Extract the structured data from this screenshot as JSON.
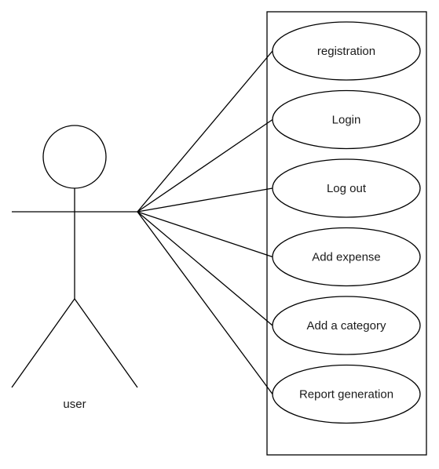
{
  "actor": {
    "name": "user"
  },
  "use_cases": [
    {
      "label": "registration"
    },
    {
      "label": "Login"
    },
    {
      "label": "Log out"
    },
    {
      "label": "Add expense"
    },
    {
      "label": "Add a category"
    },
    {
      "label": "Report generation"
    }
  ]
}
